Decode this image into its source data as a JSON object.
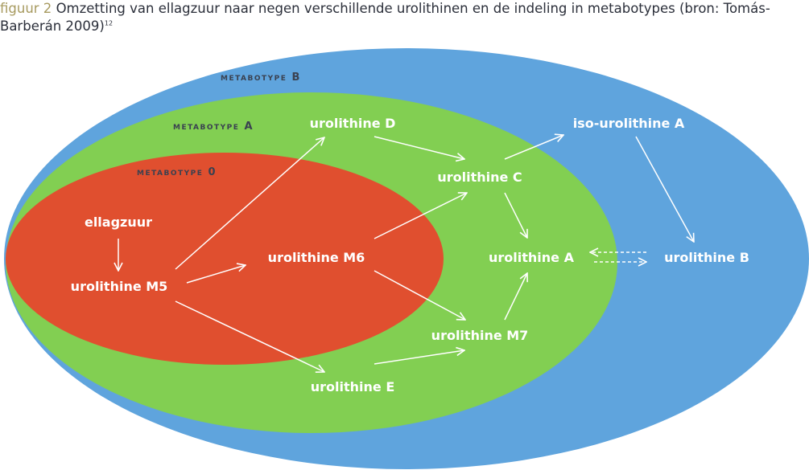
{
  "caption": {
    "prefix": "figuur 2",
    "text": "Omzetting van ellagzuur naar negen verschillende urolithinen en de indeling in metabotypes (bron: Tomás-Barberán 2009)",
    "footnote": "12"
  },
  "metabotypes": {
    "b": "metabotype B",
    "a": "metabotype A",
    "zero": "metabotype 0"
  },
  "nodes": {
    "ellagzuur": "ellagzuur",
    "m5": "urolithine M5",
    "m6": "urolithine M6",
    "d": "urolithine D",
    "e": "urolithine E",
    "c": "urolithine C",
    "m7": "urolithine M7",
    "a": "urolithine A",
    "iso_a": "iso-urolithine A",
    "b": "urolithine B"
  },
  "colors": {
    "metabotype_b": "#5fa4dd",
    "metabotype_a": "#82cf52",
    "metabotype_0": "#e04f2f",
    "node_text": "#ffffff",
    "metabotype_label": "#3a4150",
    "caption_prefix": "#a79a5f",
    "caption_text": "#2b2f3a"
  }
}
